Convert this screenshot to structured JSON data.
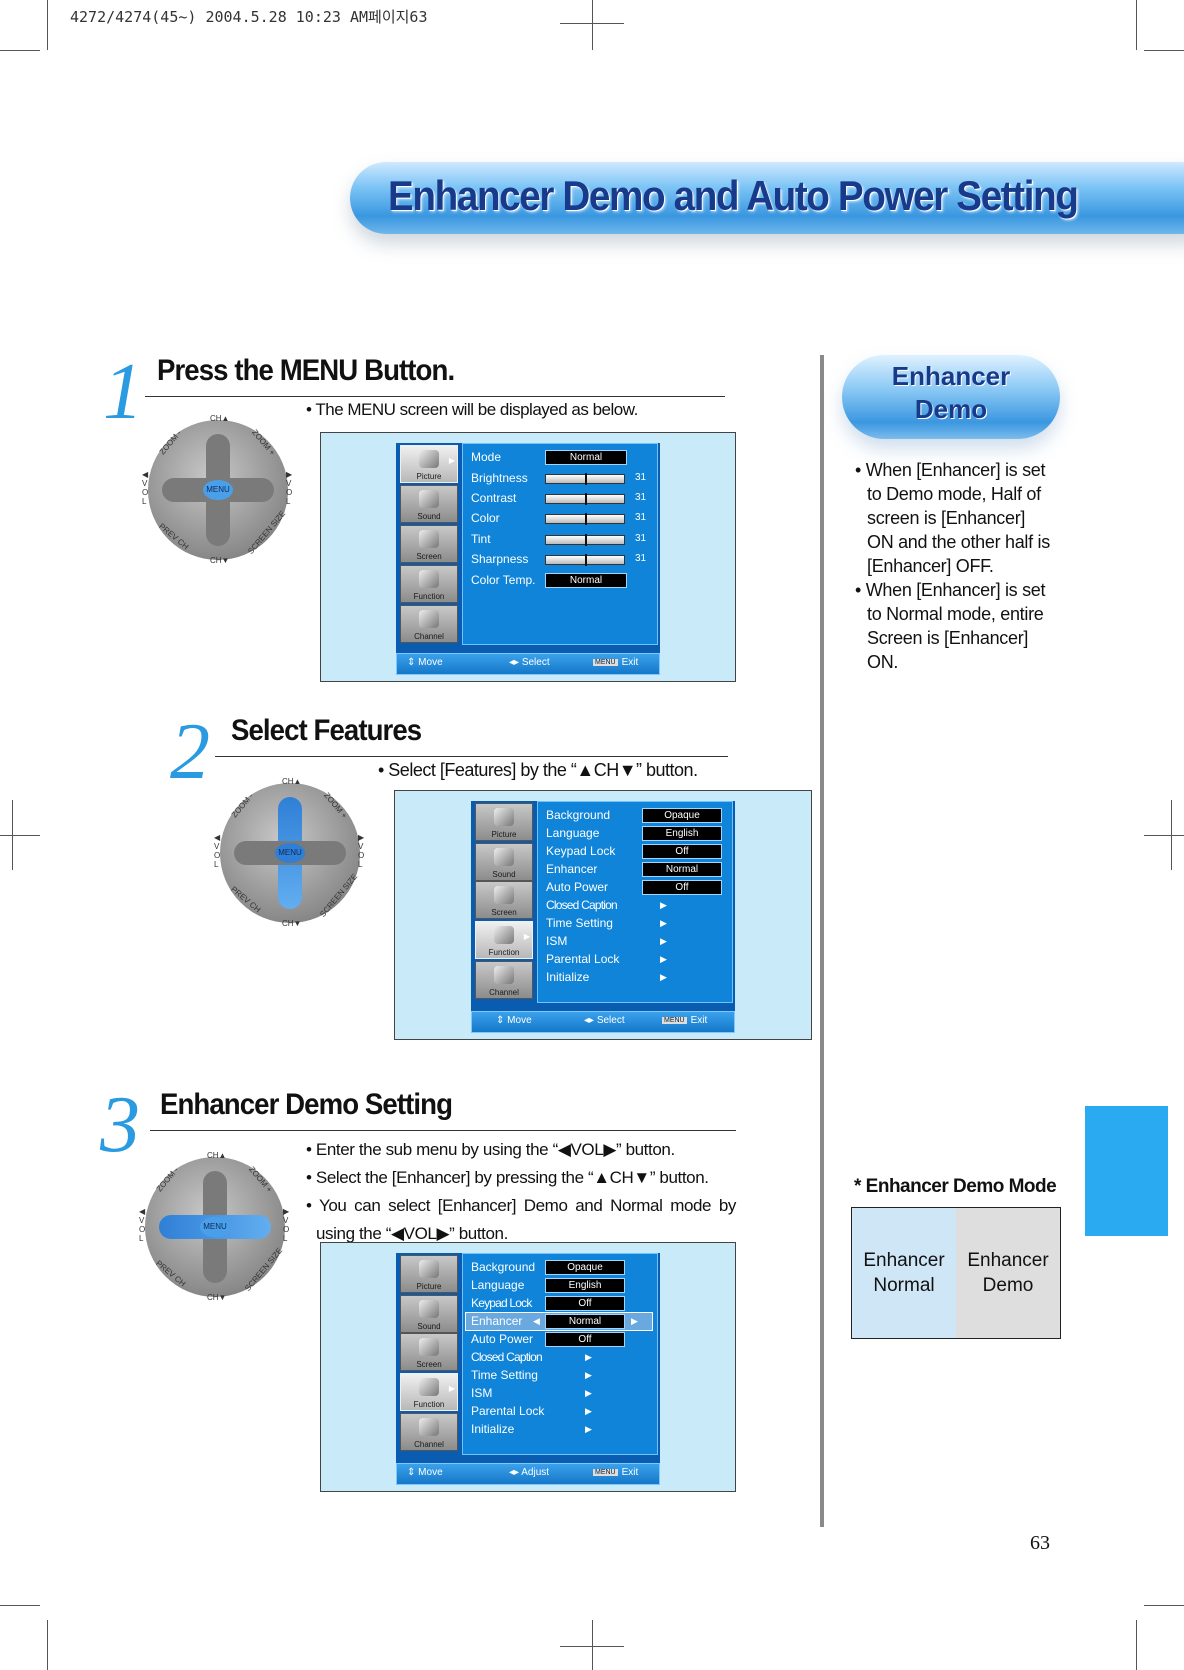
{
  "print_header": "4272/4274(45~) 2004.5.28 10:23 AM페이지63",
  "title": "Enhancer Demo and Auto Power Setting",
  "remote": {
    "ch_up": "CH▲",
    "ch_down": "CH▼",
    "zoom_minus": "ZOOM -",
    "zoom_plus": "ZOOM +",
    "vol_left": "◀ V O L",
    "vol_right": "▶ V O L",
    "menu": "MENU",
    "prev_ch": "PREV CH",
    "screen_size": "SCREEN SIZE"
  },
  "osd_common": {
    "side": [
      "Picture",
      "Sound",
      "Screen",
      "Function",
      "Channel"
    ],
    "foot_move": "Move",
    "foot_select": "Select",
    "foot_adjust": "Adjust",
    "foot_menu": "MENU",
    "foot_exit": "Exit"
  },
  "step1": {
    "number": "1",
    "title": "Press the MENU Button.",
    "desc": "• The MENU screen will be displayed as below.",
    "menu": [
      {
        "label": "Mode",
        "value": "Normal"
      },
      {
        "label": "Brightness",
        "num": "31"
      },
      {
        "label": "Contrast",
        "num": "31"
      },
      {
        "label": "Color",
        "num": "31"
      },
      {
        "label": "Tint",
        "num": "31"
      },
      {
        "label": "Sharpness",
        "num": "31"
      },
      {
        "label": "Color Temp.",
        "value": "Normal"
      }
    ]
  },
  "step2": {
    "number": "2",
    "title": "Select Features",
    "desc": "• Select [Features] by the “▲CH▼” button.",
    "menu": [
      {
        "label": "Background",
        "value": "Opaque"
      },
      {
        "label": "Language",
        "value": "English"
      },
      {
        "label": "Keypad Lock",
        "value": "Off"
      },
      {
        "label": "Enhancer",
        "value": "Normal"
      },
      {
        "label": "Auto Power",
        "value": "Off"
      },
      {
        "label": "Closed Caption"
      },
      {
        "label": "Time Setting"
      },
      {
        "label": "ISM"
      },
      {
        "label": "Parental Lock"
      },
      {
        "label": "Initialize"
      }
    ]
  },
  "step3": {
    "number": "3",
    "title": "Enhancer Demo Setting",
    "desc": [
      "• Enter the sub menu by using the “◀VOL▶” button.",
      "• Select the [Enhancer] by pressing the “▲CH▼” button.",
      "• You can select [Enhancer] Demo and Normal mode by using the “◀VOL▶” button."
    ],
    "menu": [
      {
        "label": "Background",
        "value": "Opaque"
      },
      {
        "label": "Language",
        "value": "English"
      },
      {
        "label": "Keypad Lock",
        "value": "Off"
      },
      {
        "label": "Enhancer",
        "value": "Normal"
      },
      {
        "label": "Auto Power",
        "value": "Off"
      },
      {
        "label": "Closed Caption"
      },
      {
        "label": "Time Setting"
      },
      {
        "label": "ISM"
      },
      {
        "label": "Parental Lock"
      },
      {
        "label": "Initialize"
      }
    ]
  },
  "sidebar": {
    "pill_line1": "Enhancer",
    "pill_line2": "Demo",
    "bullet1": "• When [Enhancer]  is set to Demo mode, Half of screen is [Enhancer] ON and the other half is [Enhancer] OFF.",
    "bullet2": "• When [Enhancer] is set to Normal mode, entire Screen is [Enhancer] ON.",
    "mode_heading": "* Enhancer Demo Mode",
    "mode_left_1": "Enhancer",
    "mode_left_2": "Normal",
    "mode_right_1": "Enhancer",
    "mode_right_2": "Demo",
    "colors": {
      "normal_half": "#cfe6f7",
      "demo_half": "#dedede",
      "tab": "#2aaaf0"
    }
  },
  "page_number": "63"
}
